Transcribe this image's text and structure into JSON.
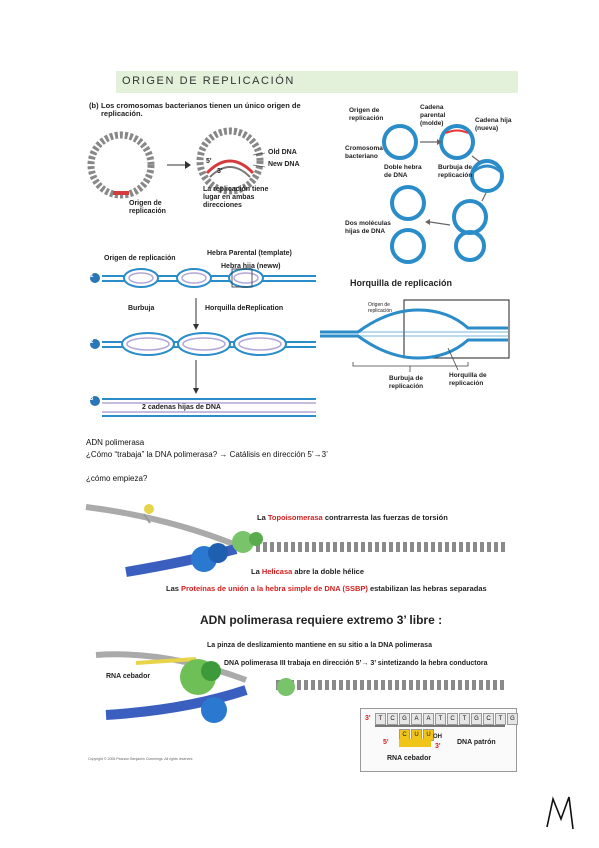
{
  "section_title": "ORIGEN DE REPLICACIÓN",
  "fig_b": {
    "caption_b": "(b)",
    "caption": "Los cromosomas bacterianos tienen un único origen de replicación.",
    "old_dna": "Old DNA",
    "new_dna": "New DNA",
    "num5": "5'",
    "num3": "3'",
    "origin": "Origen de replicación",
    "bidirectional": "La replicación tiene lugar en ambas direcciones"
  },
  "fig_cycle": {
    "origin": "Origen de replicación",
    "parental": "Cadena parental (molde)",
    "daughter": "Cadena hija (nueva)",
    "chromosome": "Cromosoma bacteriano",
    "double": "Doble hebra de DNA",
    "bubble": "Burbuja de replicación",
    "two_molecules": "Dos moléculas hijas de DNA"
  },
  "fig_steps": {
    "origin": "Origen de replicación",
    "parental": "Hebra Parental (template)",
    "daughter": "Hebra hija (neww)",
    "bubble": "Burbuja",
    "fork": "Horquilla deReplication",
    "step1": "1",
    "step2": "2",
    "step3": "3",
    "result": "2 cadenas hijas de DNA"
  },
  "fig_fork": {
    "title": "Horquilla de replicación",
    "origin": "Origen de replicación",
    "bubble": "Burbuja de replicación",
    "fork": "Horquilla de replicación"
  },
  "text": {
    "line1": "ADN polimerasa",
    "line2": "¿Cómo “trabaja” la DNA polimerasa? → Catálisis en dirección 5’→3’",
    "line3": "¿cómo empieza?"
  },
  "fig_proteins": {
    "topo_pre": "La ",
    "topo_red": "Topoisomerasa",
    "topo_post": " contrarresta las fuerzas de torsión",
    "heli_pre": "La ",
    "heli_red": "Helicasa",
    "heli_post": " abre la doble hélice",
    "ssbp_pre": "Las ",
    "ssbp_red": "Proteínas de unión a la hebra simple de DNA (SSBP)",
    "ssbp_post": " estabilizan las hebras separadas"
  },
  "fig_polymerase": {
    "title": "ADN polimerasa requiere extremo 3’ libre :",
    "clamp": "La pinza de deslizamiento mantiene en su sitio a la DNA polimerasa",
    "pol3": "DNA polimerasa III trabaja en dirección 5’→ 3’  sintetizando la hebra conductora",
    "primer": "RNA cebador",
    "seq_top": [
      "T",
      "C",
      "G",
      "A",
      "A",
      "T",
      "C",
      "T",
      "G",
      "C",
      "T",
      "G"
    ],
    "seq_primer": [
      "C",
      "U",
      "U"
    ],
    "end3_top": "3'",
    "end5_top": "5'",
    "end5_bot": "5'",
    "end3_bot": "3'",
    "oh": "OH",
    "template": "DNA patrón",
    "primer2": "RNA cebador",
    "copyright": "Copyright © 2006 Pearson Benjamin Cummings. All rights reserved."
  }
}
